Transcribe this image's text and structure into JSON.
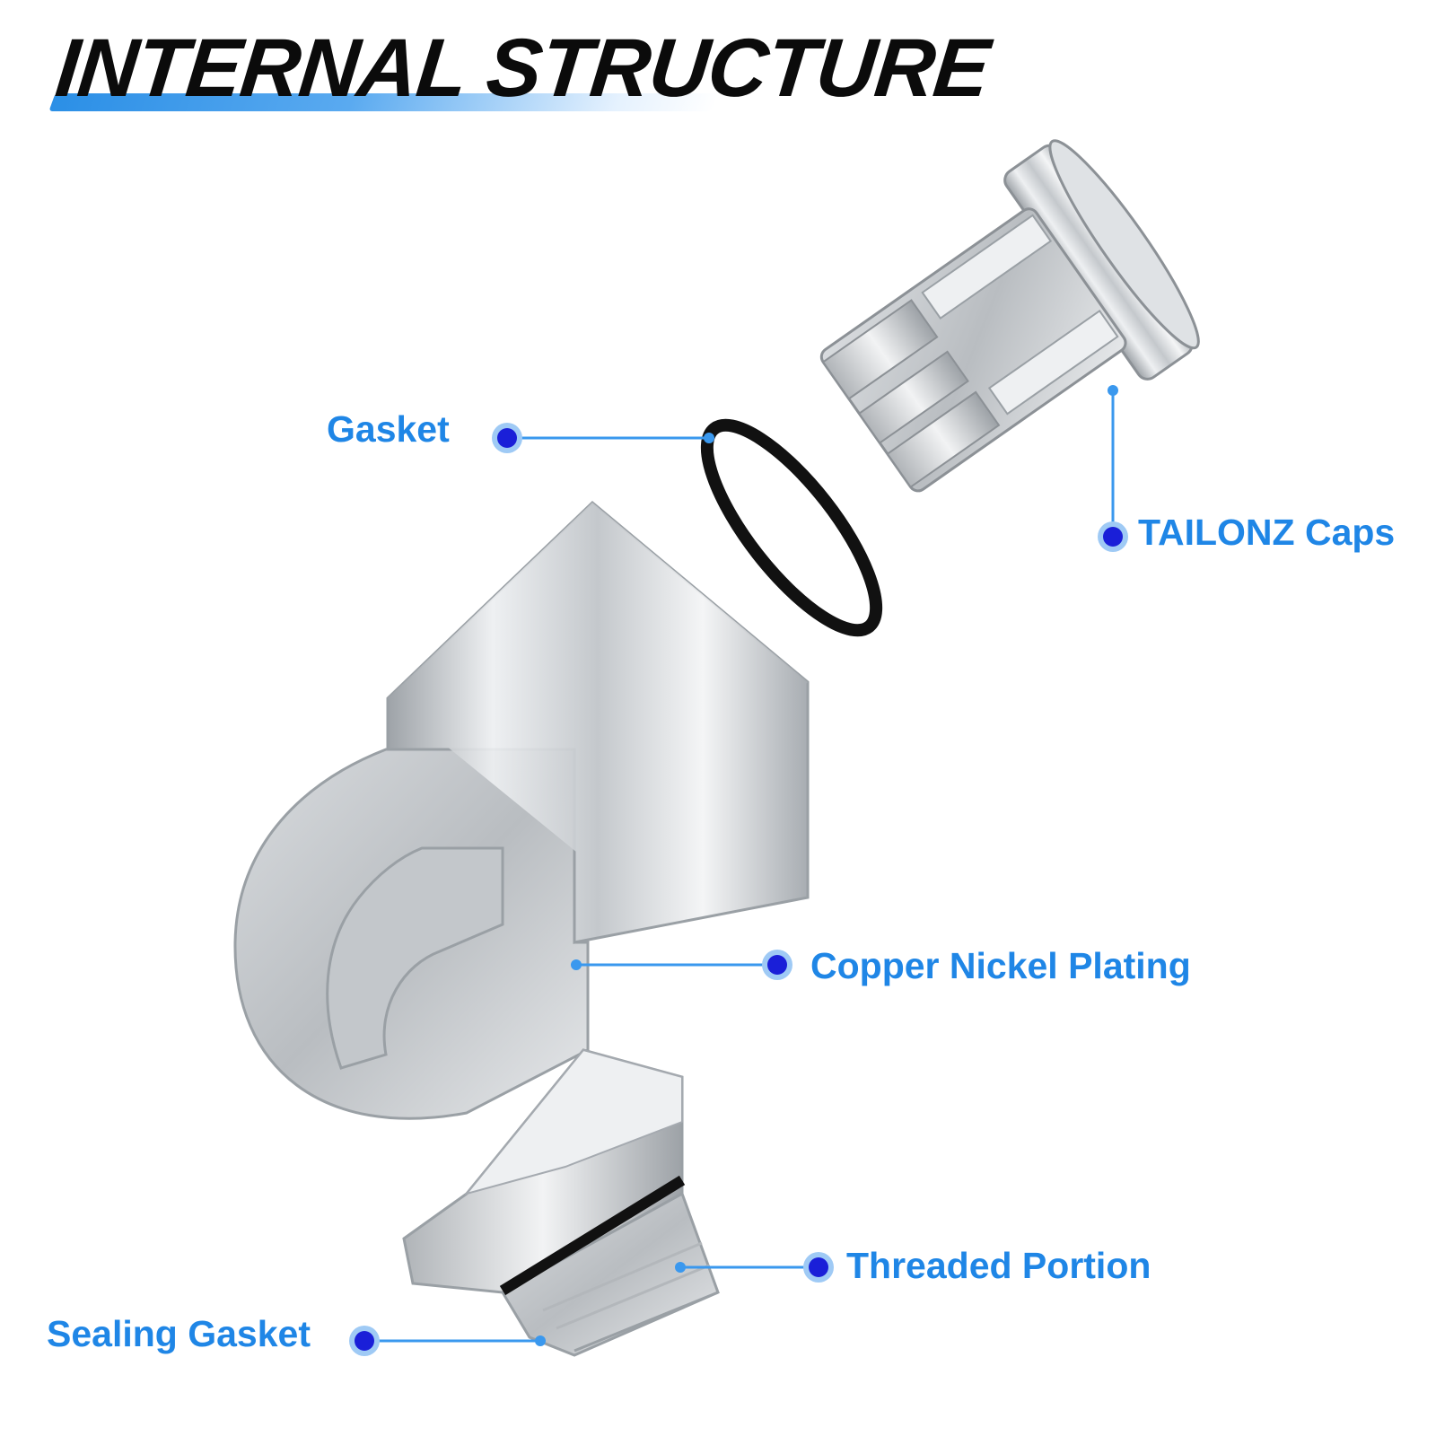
{
  "title": "INTERNAL STRUCTURE",
  "labels": {
    "gasket": "Gasket",
    "caps": "TAILONZ Caps",
    "copper": "Copper Nickel Plating",
    "threaded": "Threaded Portion",
    "sealing": "Sealing Gasket"
  },
  "colors": {
    "accent": "#1f86e6",
    "dot": "#1a1fd8",
    "title": "#0b0b0b"
  }
}
